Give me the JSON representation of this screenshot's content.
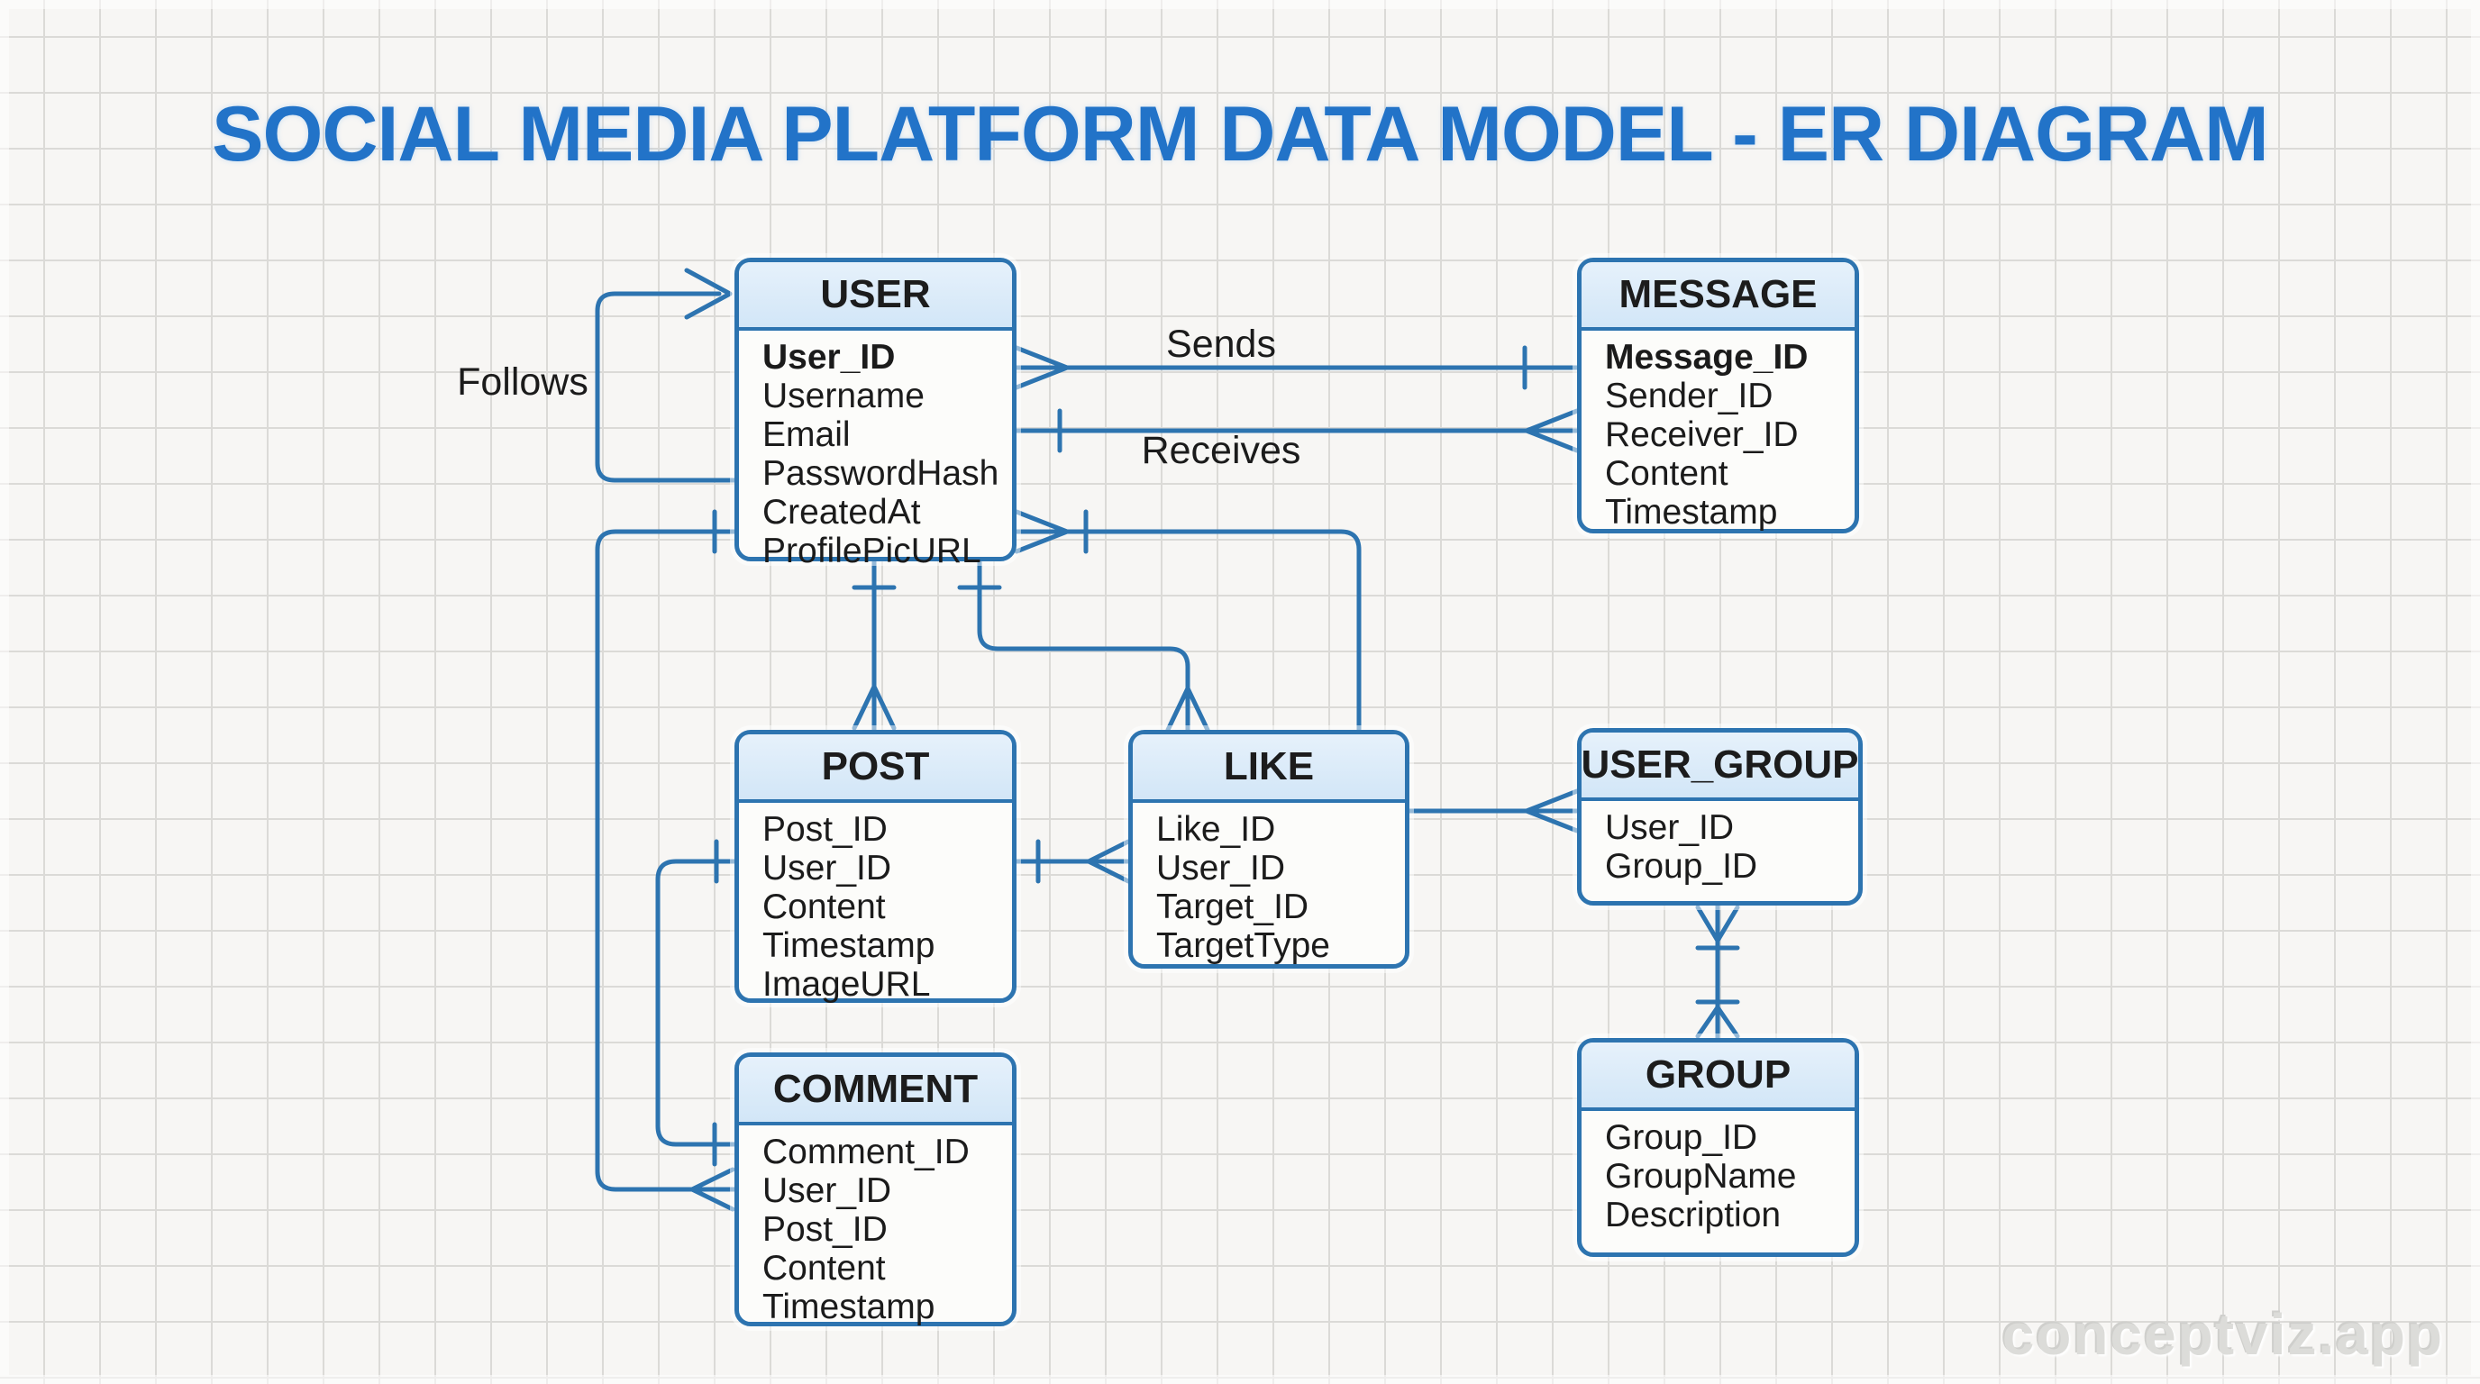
{
  "title": "SOCIAL MEDIA PLATFORM DATA MODEL - ER DIAGRAM",
  "watermark": "conceptviz.app",
  "colors": {
    "line_blue": "#2d74b0",
    "title_blue": "#2273c8",
    "entity_header_fill": "#d9e9f8",
    "entity_body_fill": "#fcfcfa",
    "paper": "#f7f6f4",
    "grid_line": "#dbdad7",
    "text": "#1b1b1b",
    "watermark_gray": "#dcdcd9"
  },
  "entities": [
    {
      "name": "USER",
      "fields": [
        {
          "label": "User_ID",
          "bold": true
        },
        {
          "label": "Username",
          "bold": false
        },
        {
          "label": "Email",
          "bold": false
        },
        {
          "label": "PasswordHash",
          "bold": false
        },
        {
          "label": "CreatedAt",
          "bold": false
        },
        {
          "label": "ProfilePicURL",
          "bold": false
        }
      ]
    },
    {
      "name": "MESSAGE",
      "fields": [
        {
          "label": "Message_ID",
          "bold": true
        },
        {
          "label": "Sender_ID",
          "bold": false
        },
        {
          "label": "Receiver_ID",
          "bold": false
        },
        {
          "label": "Content",
          "bold": false
        },
        {
          "label": "Timestamp",
          "bold": false
        }
      ]
    },
    {
      "name": "POST",
      "fields": [
        {
          "label": "Post_ID",
          "bold": false
        },
        {
          "label": "User_ID",
          "bold": false
        },
        {
          "label": "Content",
          "bold": false
        },
        {
          "label": "Timestamp",
          "bold": false
        },
        {
          "label": "ImageURL",
          "bold": false
        }
      ]
    },
    {
      "name": "LIKE",
      "fields": [
        {
          "label": "Like_ID",
          "bold": false
        },
        {
          "label": "User_ID",
          "bold": false
        },
        {
          "label": "Target_ID",
          "bold": false
        },
        {
          "label": "TargetType",
          "bold": false
        }
      ]
    },
    {
      "name": "USER_GROUP",
      "fields": [
        {
          "label": "User_ID",
          "bold": false
        },
        {
          "label": "Group_ID",
          "bold": false
        }
      ]
    },
    {
      "name": "COMMENT",
      "fields": [
        {
          "label": "Comment_ID",
          "bold": false
        },
        {
          "label": "User_ID",
          "bold": false
        },
        {
          "label": "Post_ID",
          "bold": false
        },
        {
          "label": "Content",
          "bold": false
        },
        {
          "label": "Timestamp",
          "bold": false
        }
      ]
    },
    {
      "name": "GROUP",
      "fields": [
        {
          "label": "Group_ID",
          "bold": false
        },
        {
          "label": "GroupName",
          "bold": false
        },
        {
          "label": "Description",
          "bold": false
        }
      ]
    }
  ],
  "relationships": {
    "follows": {
      "label": "Follows",
      "from": "USER",
      "to": "USER"
    },
    "sends": {
      "label": "Sends",
      "from": "USER",
      "to": "MESSAGE"
    },
    "receives": {
      "label": "Receives",
      "from": "MESSAGE",
      "to": "USER"
    }
  }
}
